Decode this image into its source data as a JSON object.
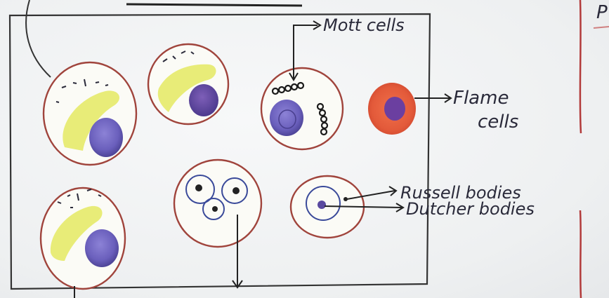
{
  "labels": {
    "mott": "Mott cells",
    "flame_line1": "Flame",
    "flame_line2": "cells",
    "russell": "Russell bodies",
    "dutcher": "Dutcher bodies",
    "edge_letter": "P"
  },
  "colors": {
    "ink": "#2a2a3a",
    "cell_outline": "#a0443c",
    "nucleus": "#6b5fb8",
    "golgi_yellow": "#e6ea6a",
    "flame_cell": "#e0583c",
    "margin_line": "#b23a3a"
  }
}
